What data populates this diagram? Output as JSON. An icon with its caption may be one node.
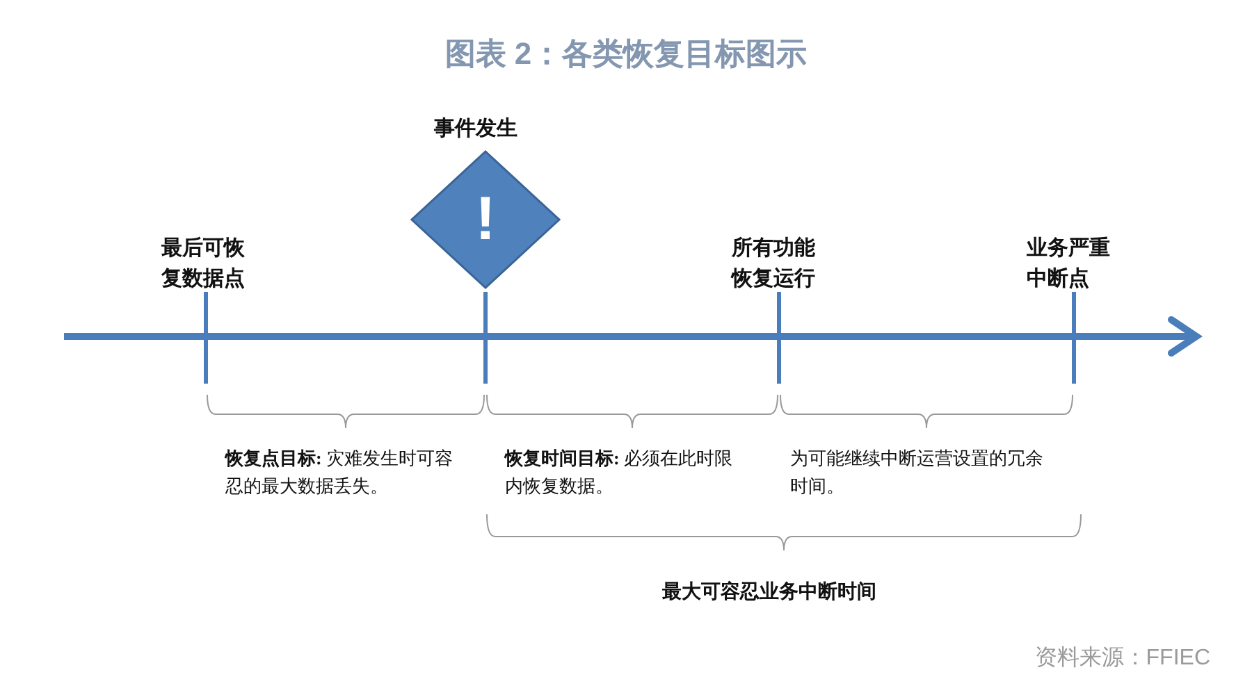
{
  "diagram": {
    "title": "图表 2：各类恢复目标图示",
    "nodes": [
      {
        "text": [
          "!"
        ],
        "beside": [
          "事件发生"
        ]
      }
    ],
    "labels": [
      "最后可恢复数据点",
      "所有功能恢复运行",
      "业务严重中断点",
      "**恢复点目标:** 灾难发生时可容忍的最大数据丢失。",
      "**恢复时间目标:** 必须在此时限内恢复数据。",
      "为可能继续中断运营设置的冗余时间。",
      "最大可容忍业务中断时间",
      "资料来源：FFIEC"
    ]
  }
}
